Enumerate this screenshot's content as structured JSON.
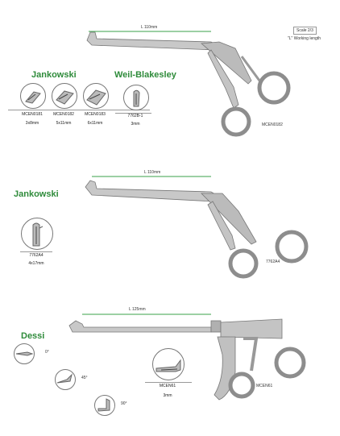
{
  "scale": {
    "label": "Scale 2/3",
    "note": "\"L\" Working length"
  },
  "section1": {
    "heading_left": "Jankowski",
    "heading_right": "Weil-Blakesley",
    "length_label": "L 110mm",
    "instrument_code": "MCEN0182",
    "tips": [
      {
        "code": "MCEN0181",
        "size": "3x8mm"
      },
      {
        "code": "MCEN0182",
        "size": "5x11mm"
      },
      {
        "code": "MCEN0183",
        "size": "6x11mm"
      },
      {
        "code": "7762B-1",
        "size": "3mm"
      }
    ]
  },
  "section2": {
    "heading": "Jankowski",
    "length_label": "L 110mm",
    "instrument_code": "7762A4",
    "tip": {
      "code": "7762A4",
      "size": "4x17mm"
    }
  },
  "section3": {
    "heading": "Dessi",
    "length_label": "L 125mm",
    "instrument_code": "MCEN61",
    "angles": [
      "0°",
      "45°",
      "90°"
    ],
    "tip": {
      "code": "MCEN61",
      "size": "3mm"
    }
  },
  "colors": {
    "heading_green": "#2e8b3a",
    "length_rule": "#3aa04a",
    "steel": "#9a9a9a"
  }
}
